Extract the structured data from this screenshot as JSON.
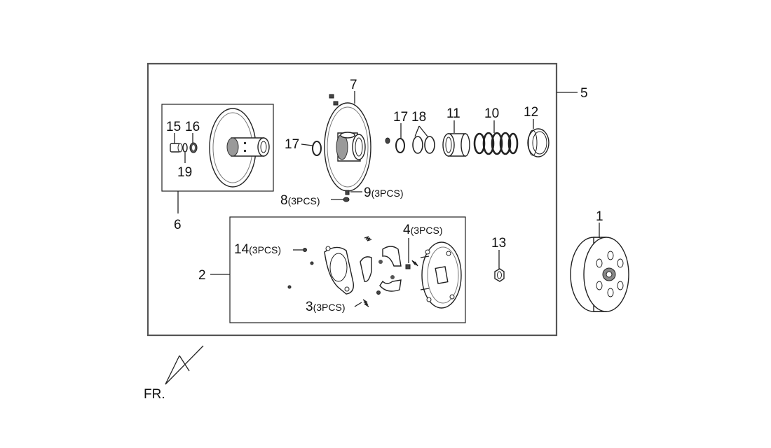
{
  "labels": {
    "p1": "1",
    "p2": "2",
    "p3": "3",
    "p3_qty": "(3PCS)",
    "p4": "4",
    "p4_qty": "(3PCS)",
    "p5": "5",
    "p6": "6",
    "p7": "7",
    "p8": "8",
    "p8_qty": "(3PCS)",
    "p9": "9",
    "p9_qty": "(3PCS)",
    "p10": "10",
    "p11": "11",
    "p12": "12",
    "p13": "13",
    "p14": "14",
    "p14_qty": "(3PCS)",
    "p15": "15",
    "p16": "16",
    "p17a": "17",
    "p17b": "17",
    "p18": "18",
    "p19": "19"
  },
  "direction_label": "FR."
}
